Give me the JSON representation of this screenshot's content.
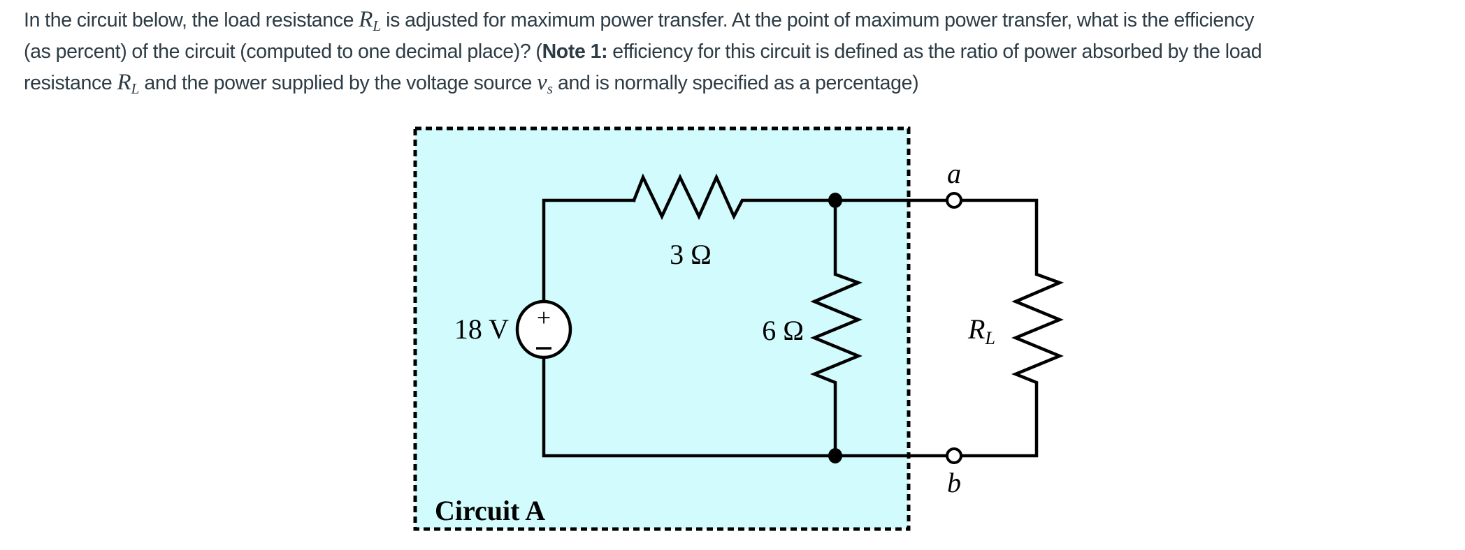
{
  "question": {
    "line1": {
      "pre": "In the circuit below, the load resistance ",
      "var": "R",
      "sub": "L",
      "post": " is adjusted for maximum power transfer. At the point of maximum power transfer, what is the efficiency"
    },
    "line2": {
      "pre": "(as percent) of the circuit (computed to one decimal place)? (",
      "bold": "Note 1:",
      "post": " efficiency for this circuit is defined as the ratio of power absorbed by the load"
    },
    "line3": {
      "pre": "resistance ",
      "var1": "R",
      "sub1": "L",
      "mid": " and the power supplied by the voltage source ",
      "var2": "v",
      "sub2": "s",
      "post": " and is normally specified as a percentage)"
    }
  },
  "circuit": {
    "box_label": "Circuit A",
    "box_fill": "#d1fbfc",
    "source": {
      "value": "18 V",
      "plus": "+",
      "minus": "−"
    },
    "series_resistor": {
      "value": "3 Ω"
    },
    "shunt_resistor": {
      "value": "6 Ω"
    },
    "load": {
      "var": "R",
      "sub": "L"
    },
    "terminal_a": "a",
    "terminal_b": "b"
  }
}
